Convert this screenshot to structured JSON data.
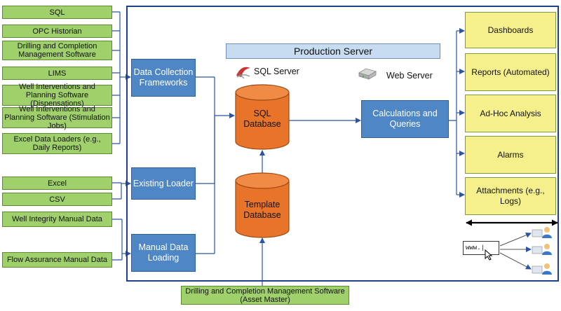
{
  "sources": [
    "SQL",
    "OPC Historian",
    "Drilling and Completion Management Software",
    "LIMS",
    "Well Interventions and Planning Software (Dispensations)",
    "Well Interventions and Planning Software (Stimulation Jobs)",
    "Excel Data Loaders (e.g., Daily Reports)",
    "Excel",
    "CSV",
    "Well Integrity Manual Data",
    "Flow Assurance Manual Data"
  ],
  "loaders": {
    "data_collection": "Data Collection Frameworks",
    "existing_loader": "Existing Loader",
    "manual_data": "Manual Data Loading"
  },
  "server": {
    "banner": "Production Server",
    "sql_server": "SQL Server",
    "web_server": "Web Server",
    "sql_database": "SQL Database",
    "template_database": "Template Database",
    "calculations": "Calculations and Queries"
  },
  "outputs": [
    "Dashboards",
    "Reports (Automated)",
    "Ad-Hoc Analysis",
    "Alarms",
    "Attachments (e.g., Logs)"
  ],
  "bottom_source": "Drilling and Completion Management Software (Asset Master)",
  "web_widget": {
    "url_text": "www.|"
  },
  "colors": {
    "source_green": "#9fd06b",
    "loader_blue": "#4f86c6",
    "output_yellow": "#f5f08c",
    "database_orange": "#e8742a",
    "frame_navy": "#1f3f8f"
  }
}
